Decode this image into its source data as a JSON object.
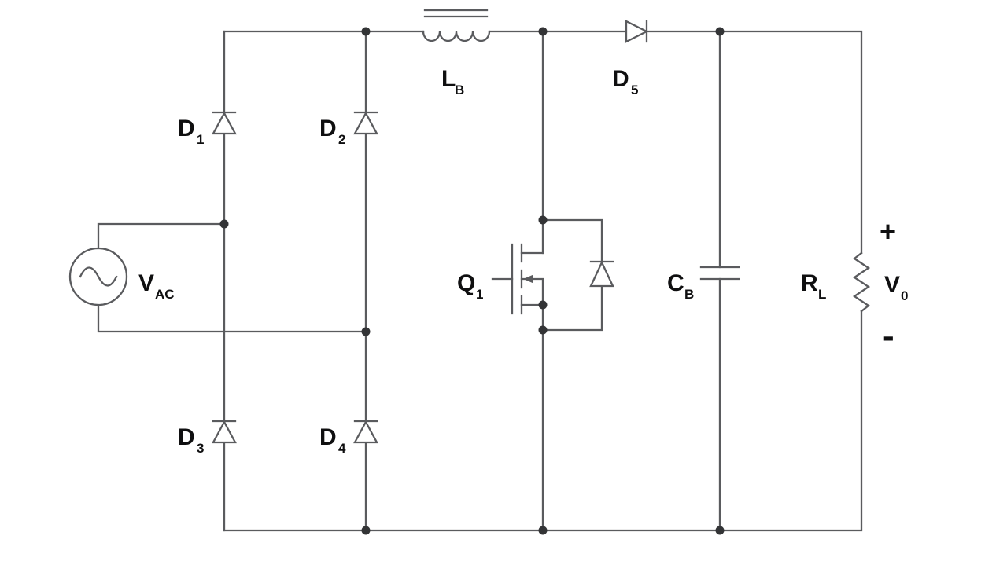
{
  "diagram": {
    "type": "circuit-schematic",
    "description": "AC-DC boost power factor correction converter with bridge rectifier, boost inductor, MOSFET switch, boost diode, bulk capacitor and load",
    "colors": {
      "wire": "#5a5b5e",
      "dot": "#333436",
      "label": "#0f0f10",
      "background": "#ffffff"
    },
    "labels": {
      "vac": {
        "main": "V",
        "sub": "AC"
      },
      "d1": {
        "main": "D",
        "sub": "1"
      },
      "d2": {
        "main": "D",
        "sub": "2"
      },
      "d3": {
        "main": "D",
        "sub": "3"
      },
      "d4": {
        "main": "D",
        "sub": "4"
      },
      "d5": {
        "main": "D",
        "sub": "5"
      },
      "lb": {
        "main": "L",
        "sub": "B"
      },
      "q1": {
        "main": "Q",
        "sub": "1"
      },
      "cb": {
        "main": "C",
        "sub": "B"
      },
      "rl": {
        "main": "R",
        "sub": "L"
      },
      "vo": {
        "main": "V",
        "sub": "0"
      },
      "output_plus": "+",
      "output_minus": "-"
    }
  }
}
